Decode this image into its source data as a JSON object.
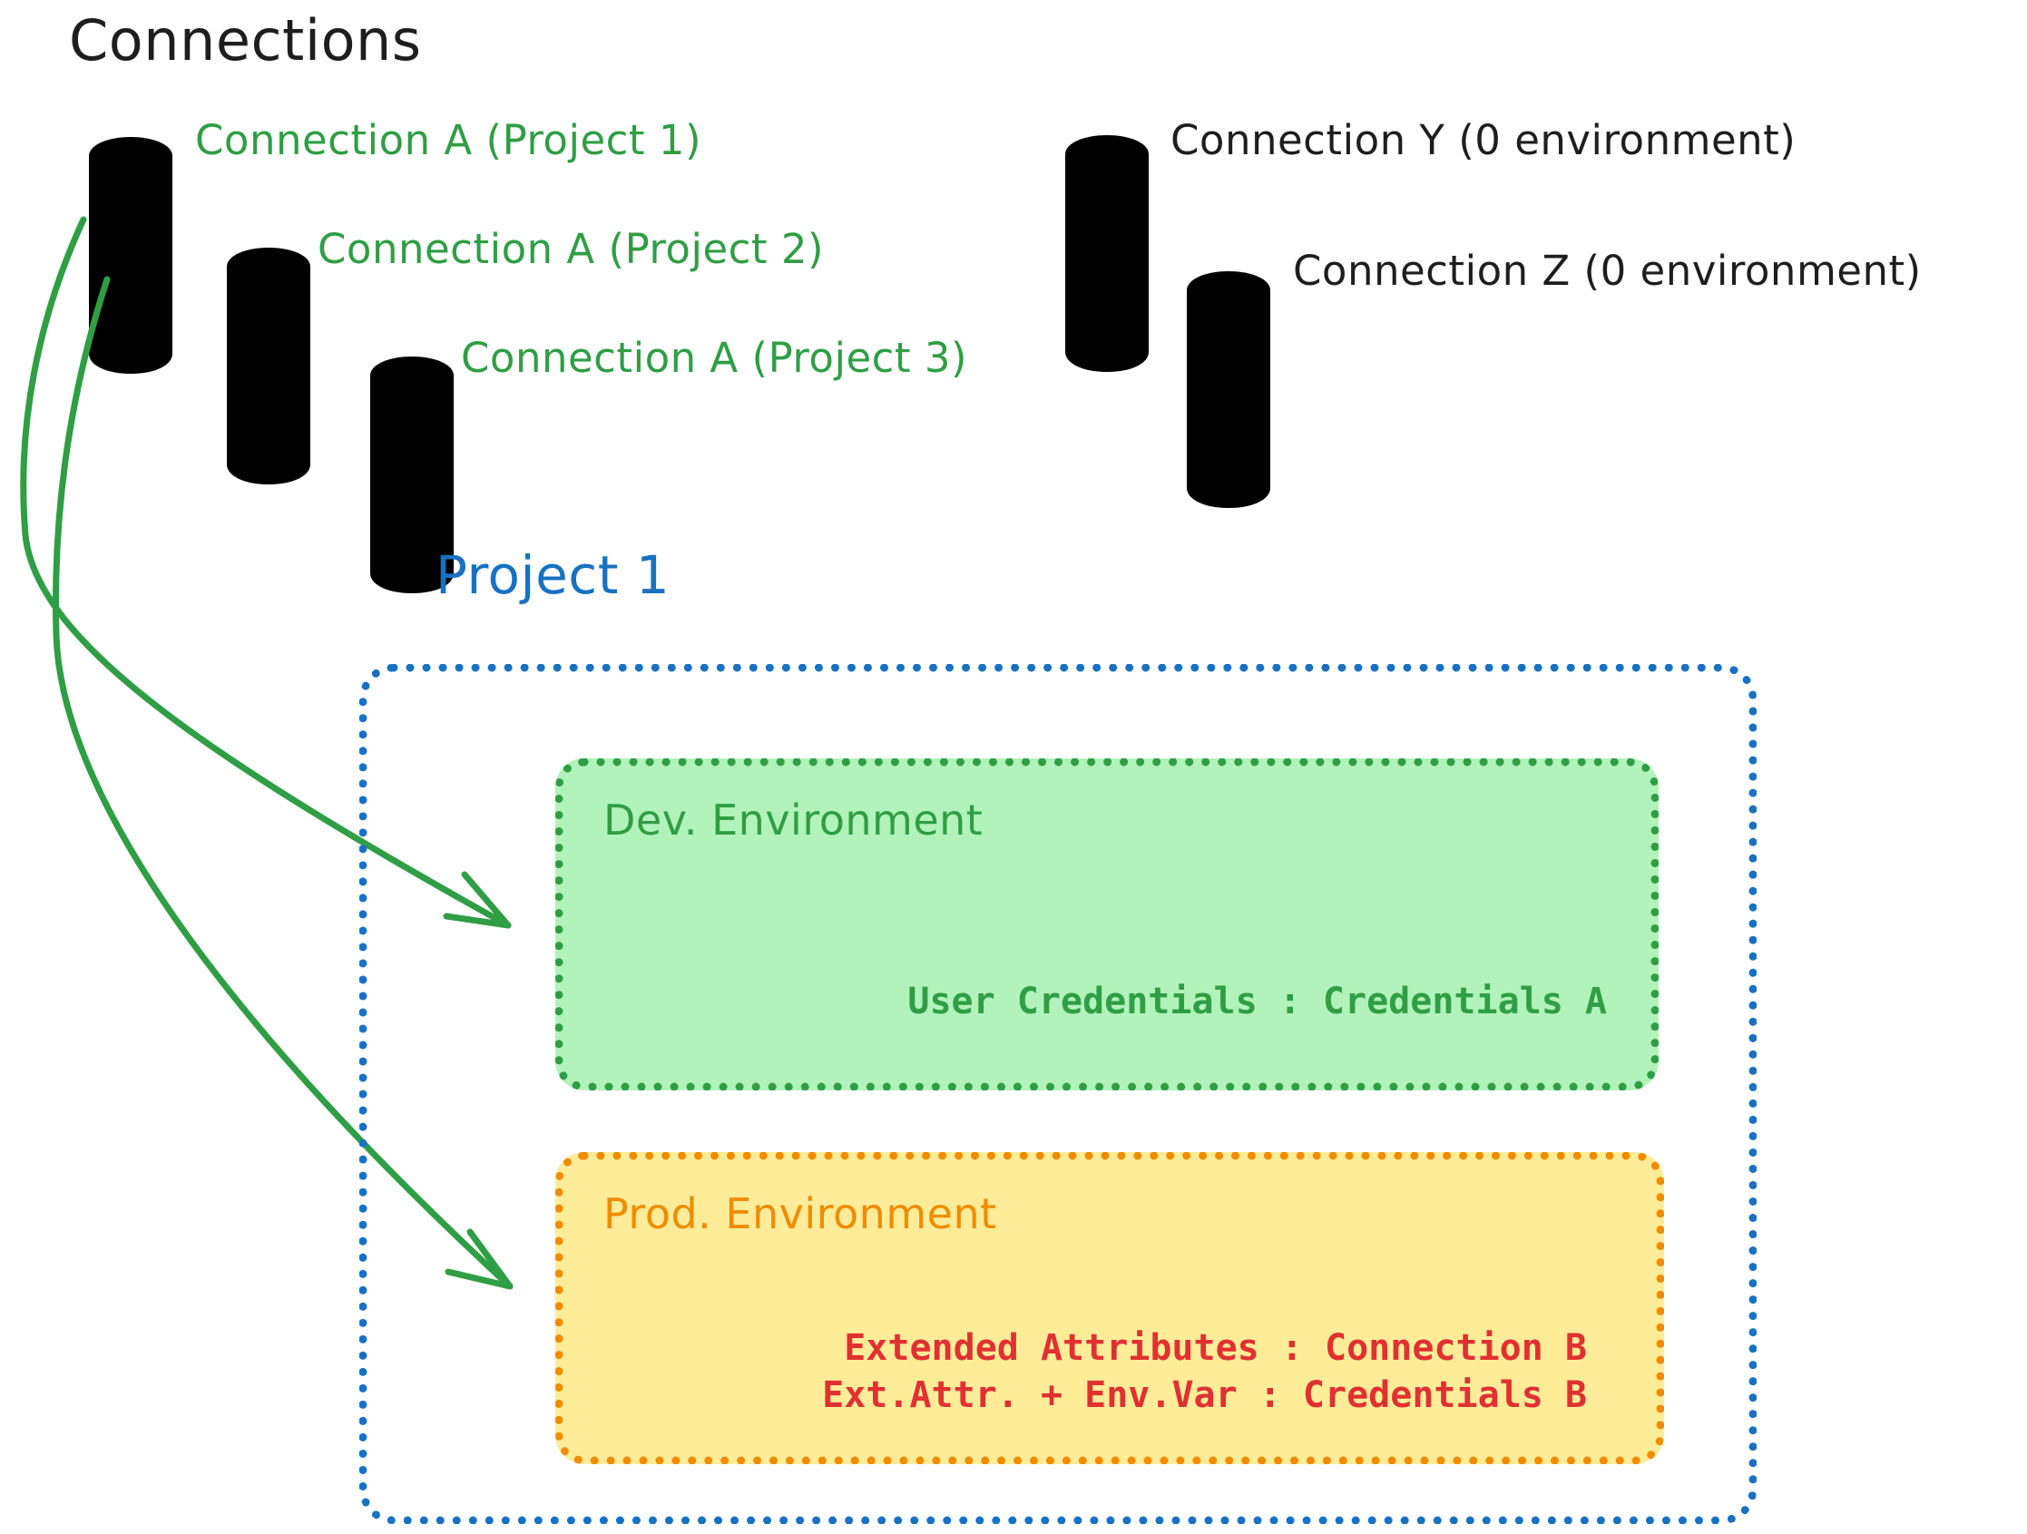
{
  "diagram": {
    "title": "Connections",
    "connections_green": [
      {
        "label": "Connection A (Project 1)"
      },
      {
        "label": "Connection A (Project 2)"
      },
      {
        "label": "Connection A (Project 3)"
      }
    ],
    "connections_gray": [
      {
        "label": "Connection Y (0 environment)"
      },
      {
        "label": "Connection Z (0 environment)"
      }
    ],
    "project": {
      "title": "Project 1",
      "environments": [
        {
          "name": "Dev. Environment",
          "lines": [
            "User Credentials : Credentials A"
          ]
        },
        {
          "name": "Prod. Environment",
          "lines": [
            "Extended Attributes : Connection B",
            "Ext.Attr. + Env.Var : Credentials B"
          ]
        }
      ]
    },
    "colors": {
      "green_stroke": "#2f9e44",
      "green_fill": "#b2f2bb",
      "gray_stroke": "#1e1e1e",
      "gray_fill": "#ced4da",
      "blue": "#1971c2",
      "orange": "#f08c00",
      "yellow_fill": "#ffec99",
      "red": "#e03131",
      "black": "#1e1e1e"
    },
    "icons": {
      "database": "database-cylinder-icon",
      "arrow": "curved-arrow-icon"
    }
  }
}
